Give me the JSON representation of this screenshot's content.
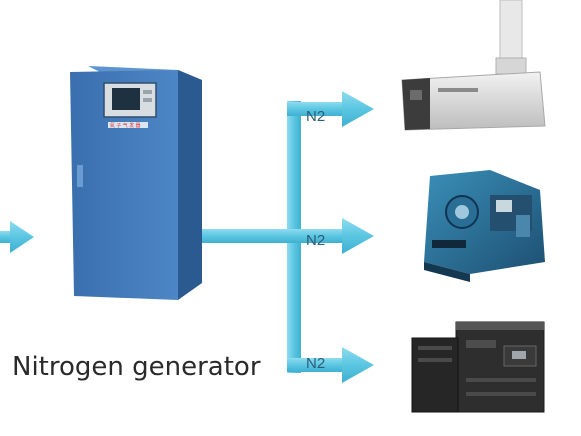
{
  "caption": "Nitrogen generator",
  "flow_labels": [
    "N2",
    "N2",
    "N2"
  ],
  "generator_brand": "氮 子 气 发 器",
  "colors": {
    "pipe": "#5bc6e2",
    "pipe_dark": "#3aa9c9",
    "cabinet": "#3f78b8",
    "cabinet_side": "#2b5a90",
    "label_text": "#2b5c78"
  },
  "icons": [
    "nitrogen-generator-cabinet-icon",
    "mass-spectrometer-icon",
    "lc-ms-instrument-icon",
    "hplc-system-icon"
  ]
}
